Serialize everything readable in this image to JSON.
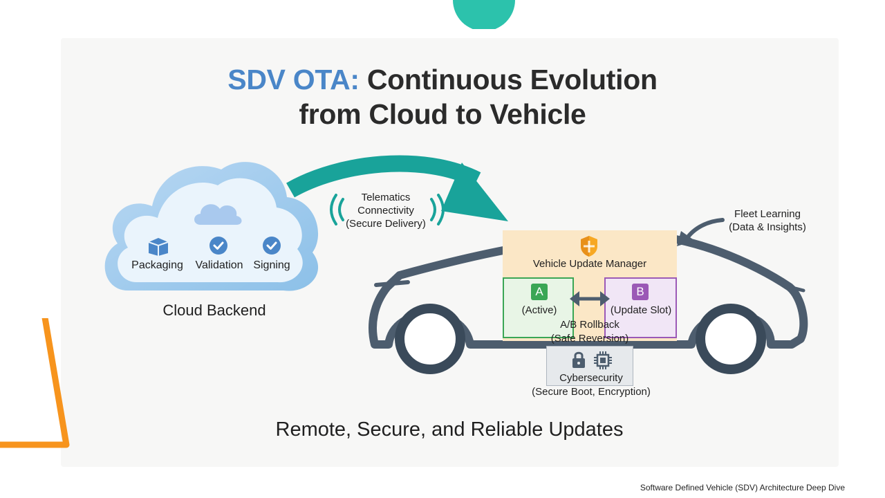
{
  "slide": {
    "title_accent": "SDV OTA:",
    "title_rest": " Continuous Evolution",
    "title_line2": "from Cloud to Vehicle",
    "tagline": "Remote, Secure, and Reliable Updates",
    "footer": "Software Defined Vehicle (SDV) Architecture Deep Dive"
  },
  "cloud": {
    "label": "Cloud Backend",
    "steps": [
      {
        "label": "Packaging",
        "icon": "package-icon"
      },
      {
        "label": "Validation",
        "icon": "check-circle-icon"
      },
      {
        "label": "Signing",
        "icon": "check-circle-icon"
      }
    ]
  },
  "telematics": {
    "line1": "Telematics",
    "line2": "Connectivity",
    "line3": "(Secure Delivery)"
  },
  "fleet": {
    "line1": "Fleet Learning",
    "line2": "(Data & Insights)"
  },
  "vehicle": {
    "manager_label": "Vehicle Update Manager",
    "slot_a_letter": "A",
    "slot_a_label": "(Active)",
    "slot_b_letter": "B",
    "slot_b_label": "(Update Slot)",
    "rollback_line1": "A/B Rollback",
    "rollback_line2": "(Safe Reversion)",
    "security_line1": "Cybersecurity",
    "security_line2": "(Secure Boot, Encryption)"
  },
  "colors": {
    "teal": "#19a39a",
    "accent_blue": "#4a86c8",
    "orange": "#f7941d",
    "slot_a_green": "#3aa655",
    "slot_b_purple": "#9b59b6",
    "manager_fill": "#fbe7c6",
    "car_outline": "#4d5d6e"
  }
}
